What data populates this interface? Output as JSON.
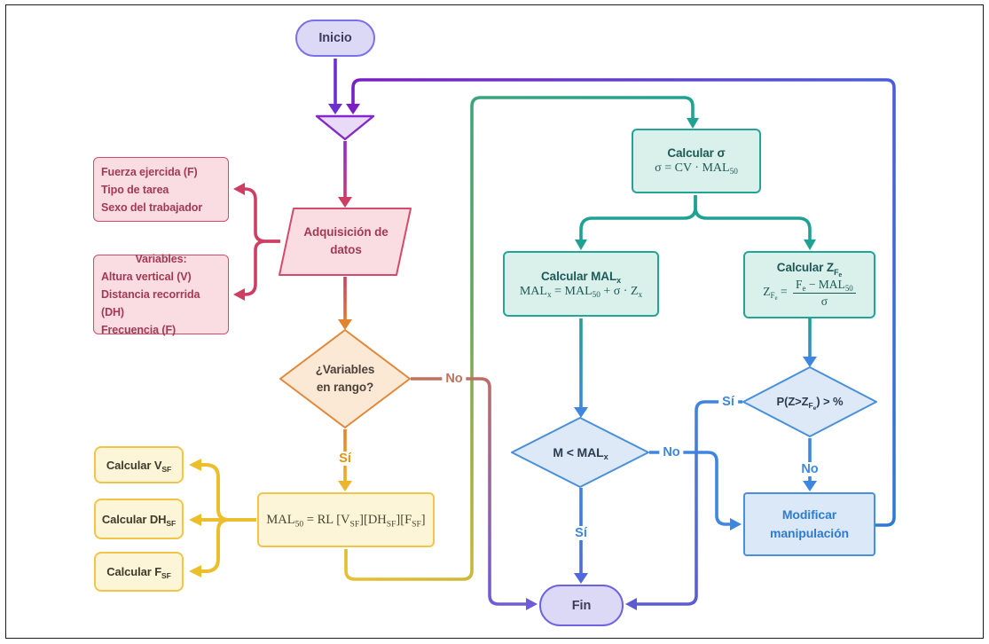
{
  "palette": {
    "purple": "#7a2fc8",
    "indigo": "#5b5bd6",
    "pink": "#ce3e63",
    "orange": "#e2832d",
    "yellow": "#ecbe2d",
    "teal": "#1fa193",
    "blue": "#3e86e0",
    "node_fill_purple": "#dcd9f7",
    "node_fill_pink": "#f9dde3",
    "node_fill_orange": "#fbe9d5",
    "node_fill_yellow": "#fdf5d7",
    "node_fill_teal": "#daf0ea",
    "node_fill_blue": "#dbe8f8"
  },
  "nodes": {
    "inicio": "Inicio",
    "fin": "Fin",
    "adquisicion": {
      "l1": "Adquisición de",
      "l2": "datos"
    },
    "factores": {
      "lines": [
        "Fuerza ejercida (F)",
        "Tipo de tarea",
        "Sexo del trabajador"
      ]
    },
    "variables": {
      "title": "Variables:",
      "lines": [
        "Altura vertical (V)",
        "Distancia recorrida (DH)",
        "Frecuencia (F)"
      ]
    },
    "rango": {
      "l1": "¿Variables",
      "l2": "en rango?"
    },
    "calc_v": {
      "p": "Calcular V",
      "sub": "SF"
    },
    "calc_dh": {
      "p": "Calcular DH",
      "sub": "SF"
    },
    "calc_f": {
      "p": "Calcular F",
      "sub": "SF"
    },
    "mal50": {
      "p1": "MAL",
      "s1": "50",
      "p2": " = RL [V",
      "s2": "SF",
      "p3": "][DH",
      "s3": "SF",
      "p4": "][F",
      "s4": "SF",
      "p5": "]"
    },
    "sigma": {
      "title": "Calcular σ",
      "f1": "σ = CV · MAL",
      "fs1": "50"
    },
    "malx": {
      "t1": "Calcular MAL",
      "ts1": "x",
      "f1": "MAL",
      "fs1": "x",
      "f2": " = MAL",
      "fs2": "50",
      "f3": " + σ · Z",
      "fs3": "x"
    },
    "zfe": {
      "t1": "Calcular Z",
      "ts1": "F",
      "ts2": "e",
      "l1": "Z",
      "ls1": "F",
      "ls2": "e",
      "eq": " = ",
      "n1": "F",
      "ns1": "e",
      "n2": " − MAL",
      "ns2": "50",
      "den": "σ"
    },
    "m_diamond": {
      "p1": "M < MAL",
      "s1": "x"
    },
    "p_diamond": {
      "p1": "P(Z>Z",
      "s1": "F",
      "s2": "e",
      "p2": ") > %"
    },
    "modificar": {
      "l1": "Modificar",
      "l2": "manipulación"
    }
  },
  "labels": {
    "var_no": "No",
    "var_si": "Sí",
    "m_si": "Sí",
    "m_no": "No",
    "p_si": "Sí",
    "p_no": "No"
  }
}
